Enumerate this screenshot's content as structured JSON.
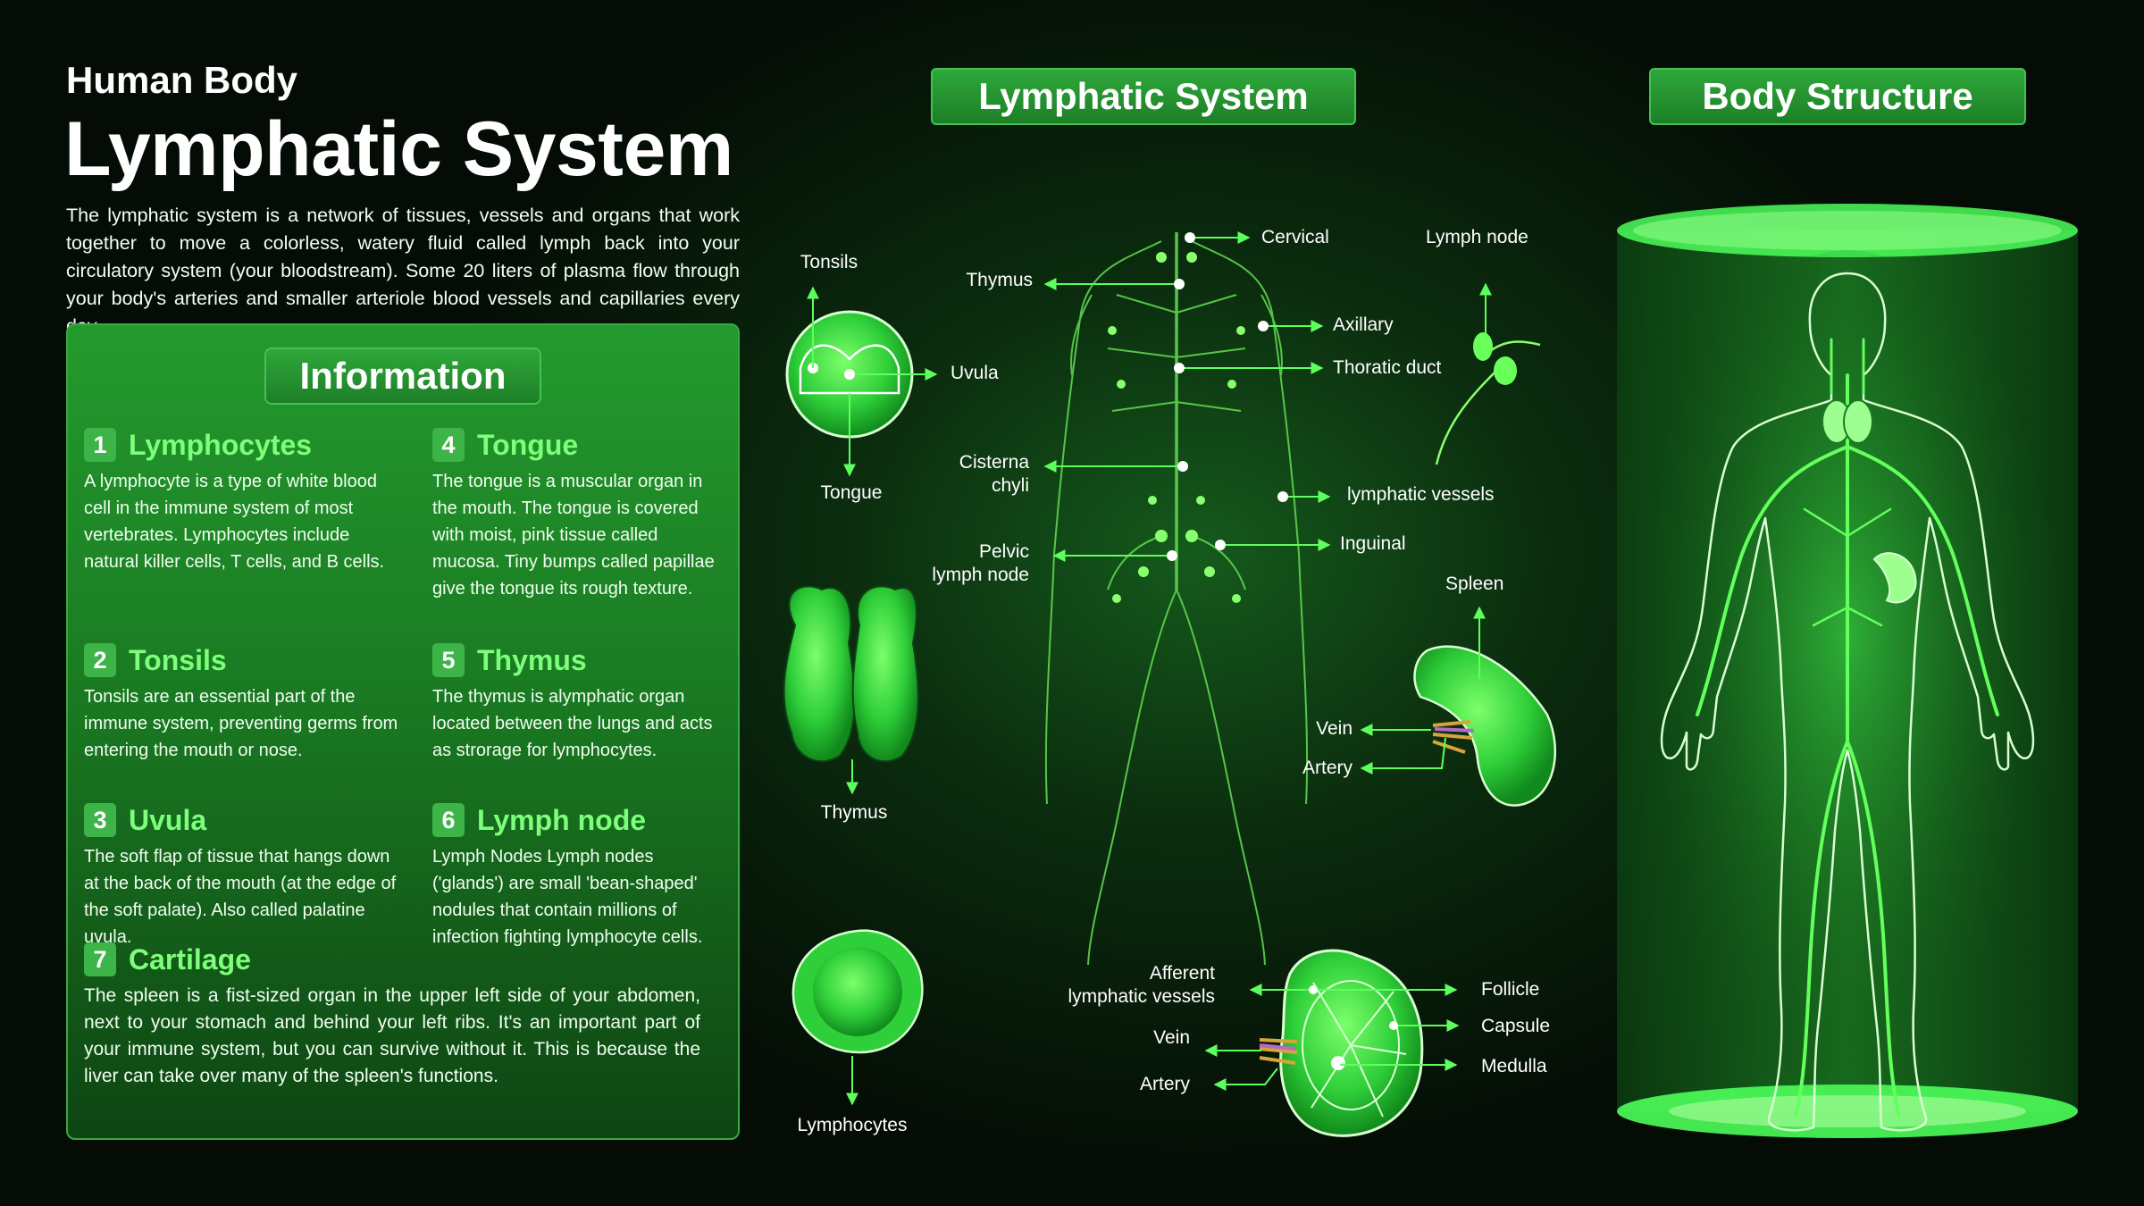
{
  "header": {
    "supertitle": "Human Body",
    "title": "Lymphatic System",
    "intro": "The lymphatic system is a network of tissues, vessels and organs that work together to move a colorless, watery fluid called lymph back into your circulatory system (your bloodstream). Some 20 liters of plasma flow through your body's arteries and smaller arteriole blood vessels and capillaries every day."
  },
  "info": {
    "heading": "Information",
    "items": [
      {
        "num": "1",
        "title": "Lymphocytes",
        "text": "A lymphocyte is a type of white blood cell in the immune system of most vertebrates. Lymphocytes include natural killer cells, T cells, and B cells."
      },
      {
        "num": "2",
        "title": "Tonsils",
        "text": "Tonsils are an essential part of the immune system, preventing germs from entering the mouth or nose."
      },
      {
        "num": "3",
        "title": "Uvula",
        "text": "The soft flap of tissue that hangs down at the back of the mouth (at the edge of the soft palate). Also called palatine uvula."
      },
      {
        "num": "4",
        "title": "Tongue",
        "text": "The tongue is a muscular organ in the mouth. The tongue is covered with moist, pink tissue called mucosa. Tiny bumps called papillae give the tongue its rough texture."
      },
      {
        "num": "5",
        "title": "Thymus",
        "text": "The thymus is alymphatic organ located between the lungs and acts as strorage for lymphocytes."
      },
      {
        "num": "6",
        "title": "Lymph node",
        "text": "Lymph Nodes Lymph nodes ('glands') are small 'bean-shaped' nodules that contain millions of infection fighting lymphocyte cells."
      },
      {
        "num": "7",
        "title": "Cartilage",
        "text": "The spleen is a fist-sized organ in the upper left side of your abdomen, next to your stomach and behind your left ribs. It's an important part of your immune system, but you can survive without it. This is because the liver can take over many of the spleen's functions."
      }
    ]
  },
  "diagram": {
    "heading": "Lymphatic System",
    "organs": {
      "tonsils": "Tonsils",
      "uvula": "Uvula",
      "tongue": "Tongue",
      "thymus": "Thymus",
      "lymphocytes": "Lymphocytes"
    },
    "body_labels": {
      "cervical": "Cervical",
      "thymus": "Thymus",
      "axillary": "Axillary",
      "thoracic_duct": "Thoratic duct",
      "cisterna_chyli_1": "Cisterna",
      "cisterna_chyli_2": "chyli",
      "lymphatic_vessels": "lymphatic vessels",
      "pelvic_1": "Pelvic",
      "pelvic_2": "lymph node",
      "inguinal": "Inguinal"
    },
    "lymph_node": {
      "label": "Lymph node"
    },
    "spleen": {
      "label": "Spleen",
      "vein": "Vein",
      "artery": "Artery"
    },
    "node_cross_section": {
      "afferent_1": "Afferent",
      "afferent_2": "lymphatic vessels",
      "vein": "Vein",
      "artery": "Artery",
      "follicle": "Follicle",
      "capsule": "Capsule",
      "medulla": "Medulla"
    }
  },
  "body_structure": {
    "heading": "Body Structure"
  },
  "colors": {
    "accent": "#7dff7a",
    "panel": "#1e8a27",
    "background": "#061006",
    "glow": "#39e04a"
  }
}
